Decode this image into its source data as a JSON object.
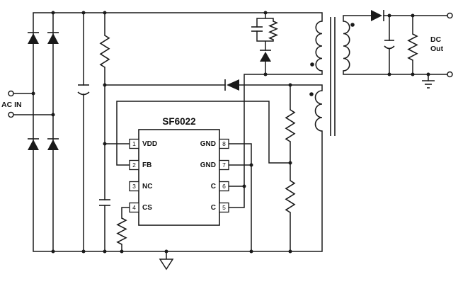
{
  "schematic": {
    "ac_in_label": "AC IN",
    "dc_out_line1": "DC",
    "dc_out_line2": "Out",
    "ic": {
      "name": "SF6022",
      "left_pins": [
        {
          "num": "1",
          "name": "VDD"
        },
        {
          "num": "2",
          "name": "FB"
        },
        {
          "num": "3",
          "name": "NC"
        },
        {
          "num": "4",
          "name": "CS"
        }
      ],
      "right_pins": [
        {
          "num": "8",
          "name": "GND"
        },
        {
          "num": "7",
          "name": "GND"
        },
        {
          "num": "6",
          "name": "C"
        },
        {
          "num": "5",
          "name": "C"
        }
      ]
    },
    "colors": {
      "line": "#1a1a1a",
      "background": "#ffffff"
    }
  }
}
